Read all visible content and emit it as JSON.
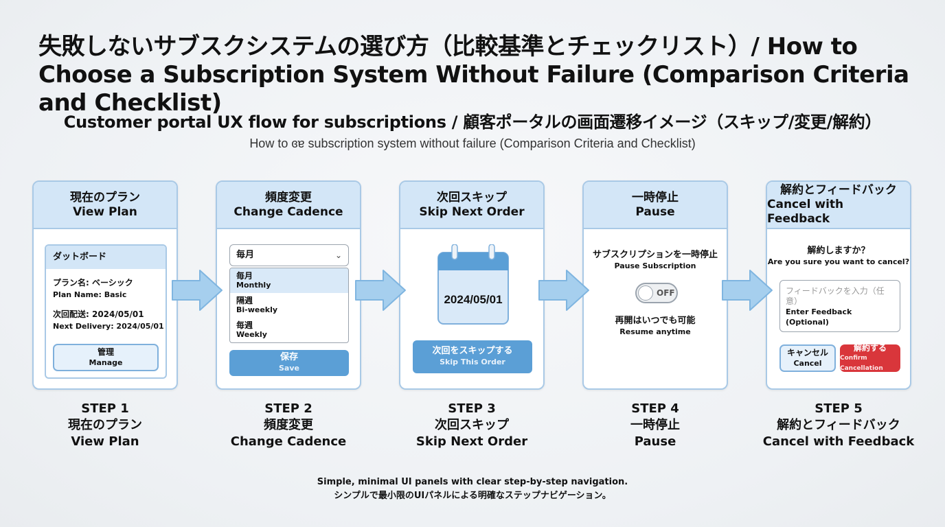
{
  "title": "失敗しないサブスクシステムの選び方（比較基準とチェックリスト）/ How to Choose a Subscription System Without Failure (Comparison Criteria and Checklist)",
  "subtitle": "Customer portal UX flow for subscriptions / 顧客ポータルの画面遷移イメージ（スキップ/変更/解約）",
  "tagline": "How to ɞɐ subscription system without failure (Comparison Criteria and Checklist)",
  "colors": {
    "panel_header": "#d3e6f7",
    "panel_border": "#a9c9e6",
    "arrow": "#a6cfee",
    "primary_button": "#5b9fd6",
    "danger_button": "#d9363b"
  },
  "panels": [
    {
      "title_ja": "現在のプラン",
      "title_en": "View Plan",
      "dashboard_title": "ダットボード",
      "plan_name_ja": "プラン名: ベーシック",
      "plan_name_en": "Plan Name: Basic",
      "next_delivery_ja": "次回配送: 2024/05/01",
      "next_delivery_en": "Next Delivery: 2024/05/01",
      "manage_ja": "管理",
      "manage_en": "Manage"
    },
    {
      "title_ja": "頻度変更",
      "title_en": "Change Cadence",
      "select_value": "毎月",
      "options": [
        {
          "ja": "毎月",
          "en": "Monthly"
        },
        {
          "ja": "隔週",
          "en": "Bi-weekly"
        },
        {
          "ja": "毎週",
          "en": "Weekly"
        }
      ],
      "save_ja": "保存",
      "save_en": "Save"
    },
    {
      "title_ja": "次回スキップ",
      "title_en": "Skip Next Order",
      "calendar_date": "2024/05/01",
      "skip_ja": "次回をスキップする",
      "skip_en": "Skip This Order"
    },
    {
      "title_ja": "一時停止",
      "title_en": "Pause",
      "heading_ja": "サブスクリプションを一時停止",
      "heading_en": "Pause Subscription",
      "toggle_label": "OFF",
      "note_ja": "再開はいつでも可能",
      "note_en": "Resume anytime"
    },
    {
      "title_ja": "解約とフィードバック",
      "title_en": "Cancel with Feedback",
      "question_ja": "解約しますか？",
      "question_en": "Are you sure you want to cancel?",
      "feedback_placeholder": "フィードバックを入力（任意）",
      "feedback_en": "Enter Feedback (Optional)",
      "cancel_ja": "キャンセル",
      "cancel_en": "Cancel",
      "confirm_ja": "解約する",
      "confirm_en": "Confirm Cancellation"
    }
  ],
  "steps": [
    {
      "num": "STEP 1",
      "ja": "現在のプラン",
      "en": "View Plan"
    },
    {
      "num": "STEP 2",
      "ja": "頻度変更",
      "en": "Change Cadence"
    },
    {
      "num": "STEP 3",
      "ja": "次回スキップ",
      "en": "Skip Next Order"
    },
    {
      "num": "STEP 4",
      "ja": "一時停止",
      "en": "Pause"
    },
    {
      "num": "STEP 5",
      "ja": "解約とフィードバック",
      "en": "Cancel with Feedback"
    }
  ],
  "footer_en": "Simple, minimal UI panels with clear step-by-step navigation.",
  "footer_ja": "シンプルで最小限のUIパネルによる明確なステップナビゲーション。"
}
